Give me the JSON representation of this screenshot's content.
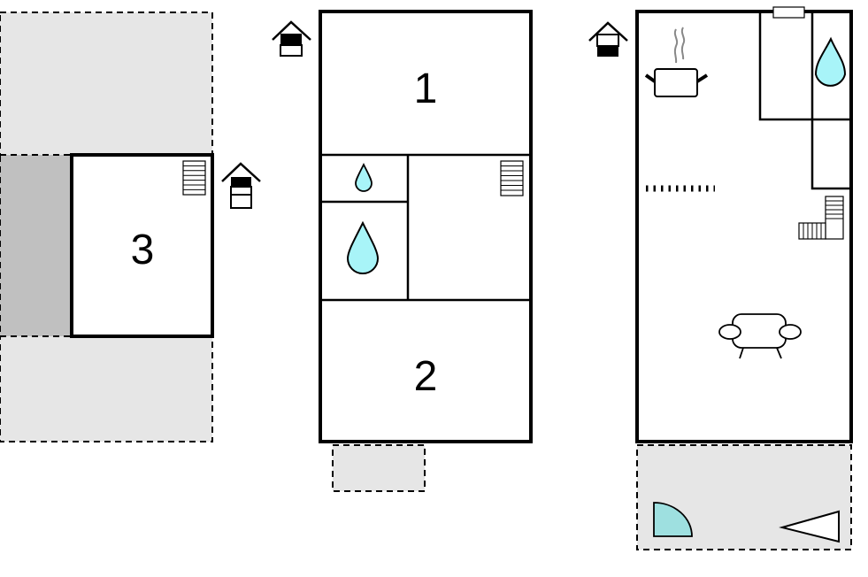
{
  "rooms": {
    "room_1": "1",
    "room_2": "2",
    "room_3": "3"
  },
  "colors": {
    "outdoor": "#e6e6e6",
    "outdoor_dark": "#c0c0c0",
    "water": "#a8f4f8",
    "door": "#9ee0e0"
  },
  "icons": [
    "floor-level-icon",
    "stairs-icon",
    "water-drop-icon",
    "cooking-pot-icon",
    "sofa-icon",
    "window-icon",
    "door-swing-icon",
    "triangle-icon"
  ]
}
